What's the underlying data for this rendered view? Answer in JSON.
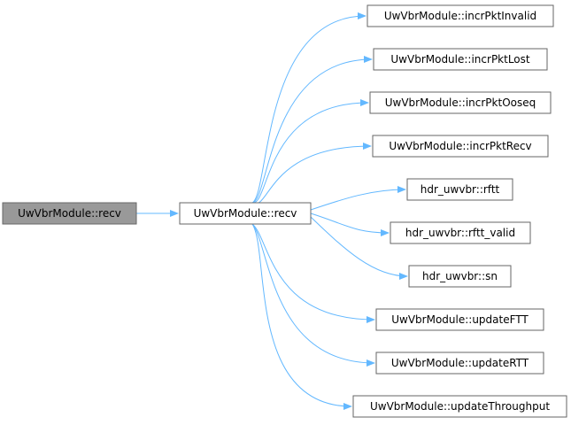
{
  "colors": {
    "edge": "#63b8ff",
    "root_fill": "#999999",
    "node_fill": "#ffffff",
    "node_stroke": "#666666"
  },
  "graph": {
    "root": "UwVbrModule::recv",
    "center": "UwVbrModule::recv",
    "callees": [
      "UwVbrModule::incrPktInvalid",
      "UwVbrModule::incrPktLost",
      "UwVbrModule::incrPktOoseq",
      "UwVbrModule::incrPktRecv",
      "hdr_uwvbr::rftt",
      "hdr_uwvbr::rftt_valid",
      "hdr_uwvbr::sn",
      "UwVbrModule::updateFTT",
      "UwVbrModule::updateRTT",
      "UwVbrModule::updateThroughput"
    ]
  }
}
